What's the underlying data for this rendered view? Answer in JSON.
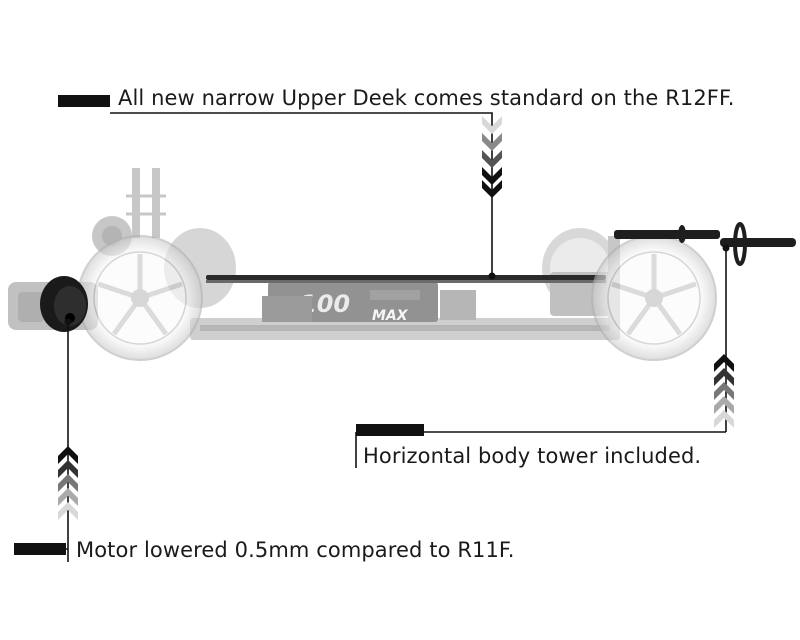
{
  "callouts": {
    "upper_deck": {
      "text": "All new narrow Upper Deek comes standard on the R12FF."
    },
    "body_tower": {
      "text": "Horizontal body tower included."
    },
    "motor": {
      "text": "Motor lowered 0.5mm compared to R11F."
    }
  },
  "chassis_labels": {
    "esc_number": "100",
    "esc_brand": "MAX"
  },
  "colors": {
    "leader_line": "#111111",
    "chevron_dark": "#111111",
    "chevron_mid": "#777777",
    "chevron_light": "#cfcfcf",
    "car_body": "#c9c9c9",
    "car_dark": "#8a8a8a",
    "wheel_white": "#f7f7f7",
    "carbon_part": "#1e1e1e"
  },
  "icons": [
    "chevron-down-icon",
    "chevron-up-icon"
  ]
}
